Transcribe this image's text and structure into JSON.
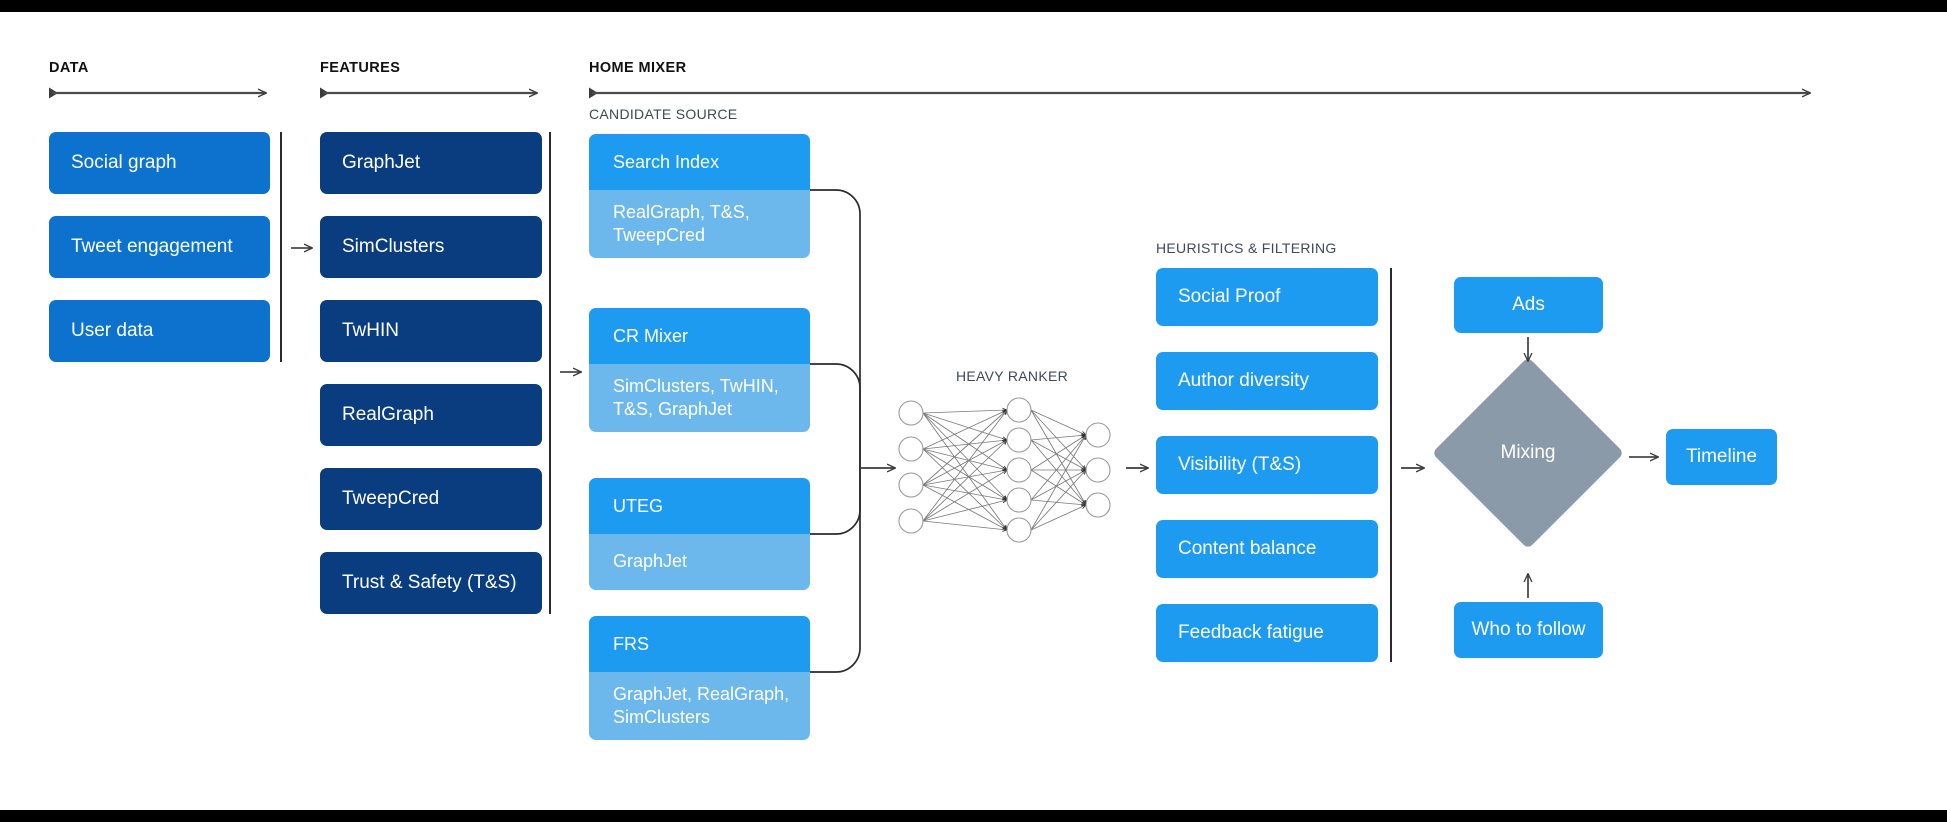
{
  "stages": [
    {
      "id": "data",
      "label": "DATA"
    },
    {
      "id": "features",
      "label": "FEATURES"
    },
    {
      "id": "home_mixer",
      "label": "HOME MIXER"
    }
  ],
  "sections": {
    "candidate_source_label": "CANDIDATE SOURCE",
    "heuristics_label": "HEURISTICS & FILTERING",
    "heavy_ranker_label": "HEAVY RANKER"
  },
  "data_column": {
    "items": [
      {
        "label": "Social graph"
      },
      {
        "label": "Tweet engagement"
      },
      {
        "label": "User data"
      }
    ]
  },
  "features_column": {
    "items": [
      {
        "label": "GraphJet"
      },
      {
        "label": "SimClusters"
      },
      {
        "label": "TwHIN"
      },
      {
        "label": "RealGraph"
      },
      {
        "label": "TweepCred"
      },
      {
        "label": "Trust & Safety (T&S)"
      }
    ]
  },
  "candidate_sources": {
    "items": [
      {
        "title": "Search Index",
        "features": "RealGraph, T&S, TweepCred"
      },
      {
        "title": "CR Mixer",
        "features": "SimClusters, TwHIN, T&S, GraphJet"
      },
      {
        "title": "UTEG",
        "features": "GraphJet"
      },
      {
        "title": "FRS",
        "features": "GraphJet, RealGraph, SimClusters"
      }
    ]
  },
  "heavy_ranker": {
    "label": "HEAVY RANKER",
    "layers": [
      4,
      5,
      3
    ]
  },
  "heuristics": {
    "items": [
      {
        "label": "Social Proof"
      },
      {
        "label": "Author diversity"
      },
      {
        "label": "Visibility (T&S)"
      },
      {
        "label": "Content balance"
      },
      {
        "label": "Feedback fatigue"
      }
    ]
  },
  "output": {
    "ads": "Ads",
    "mixing": "Mixing",
    "who_to_follow": "Who to follow",
    "timeline": "Timeline"
  },
  "colors": {
    "data_box": "#0c72cd",
    "feature_box": "#0a3d80",
    "candidate_head": "#1d9bf0",
    "candidate_body": "#6cb8ec",
    "heuristic_box": "#1d9bf0",
    "mixing_diamond": "#8b9aa8",
    "line": "#2b2b2b",
    "background": "#ffffff"
  }
}
